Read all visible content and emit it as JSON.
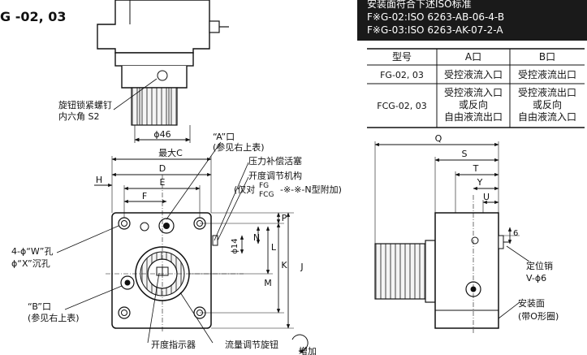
{
  "series_label": "G -02, 03",
  "header": {
    "line1": "安装面符合下述ISO标准",
    "line2": "F※G-02:ISO 6263-AB-06-4-B",
    "line3": "F※G-03:ISO 6263-AK-07-2-A"
  },
  "table": {
    "headers": [
      "型号",
      "A口",
      "B口"
    ],
    "rows": [
      {
        "model": "FG-02, 03",
        "a": [
          "受控液流入口"
        ],
        "b": [
          "受控液流出口"
        ]
      },
      {
        "model": "FCG-02, 03",
        "a": [
          "受控液流入口",
          "或反向",
          "自由液流出口"
        ],
        "b": [
          "受控液流出口",
          "或反向",
          "自由液流入口"
        ]
      }
    ]
  },
  "top_view": {
    "lock_screw_label_1": "旋钮锁紧螺钉",
    "lock_screw_label_2": "内六角 S2",
    "diameter_label": "ϕ46"
  },
  "front_view": {
    "port_a_label": "“A”口",
    "port_a_note": "(参见右上表)",
    "max_c": "最大C",
    "dim_d": "D",
    "dim_e": "E",
    "dim_f": "F",
    "dim_h": "H",
    "pressure_piston": "压力补偿活塞",
    "opening_mechanism": "开度调节机构",
    "only_for_prefix": "(仅对",
    "only_for_fg": "FG",
    "only_for_fcg": "FCG",
    "only_for_suffix": "-※-※-N型附加)",
    "dim_p": "P",
    "dim_n": "N",
    "dim_l": "L",
    "dim_k": "K",
    "dim_j": "J",
    "dim_m": "M",
    "phi14": "ϕ14",
    "hole_w": "4-ϕ“W”孔",
    "hole_x": "ϕ“X”沉孔",
    "port_b_label": "“B”口",
    "port_b_note": "(参见右上表)",
    "opening_indicator": "开度指示器",
    "flow_knob": "流量调节旋钮",
    "increase": "增加"
  },
  "side_view": {
    "dim_q": "Q",
    "dim_s": "S",
    "dim_t": "T",
    "dim_y": "Y",
    "dim_u": "U",
    "dim_6": "6",
    "locating_pin": "定位销",
    "pin_size": "V-ϕ6",
    "mount_face": "安装面",
    "o_ring": "(带O形圈)"
  }
}
